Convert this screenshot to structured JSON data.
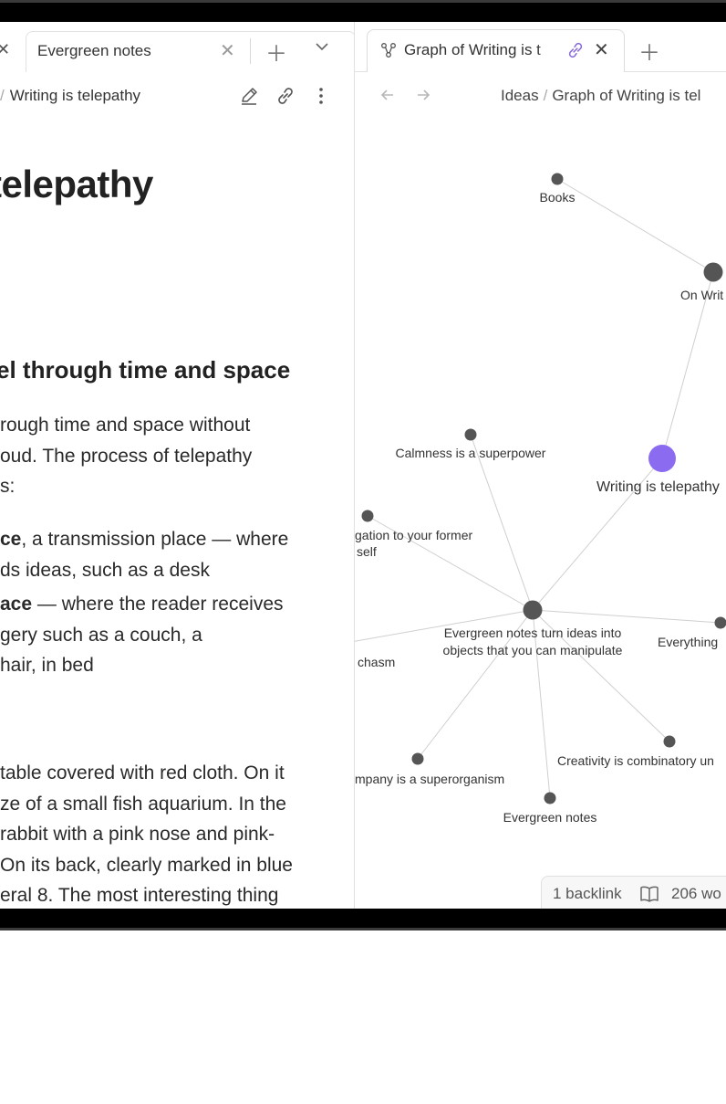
{
  "left_pane": {
    "tab": {
      "label": "Evergreen notes"
    },
    "breadcrumb": {
      "separator": "/",
      "current": "Writing is telepathy"
    },
    "note": {
      "title_visible": "telepathy",
      "heading_visible": "el through time and space",
      "paragraph1_lines": [
        "rough time and space without",
        "oud. The process of telepathy",
        "s:"
      ],
      "list_lines": [
        {
          "bold": "ce",
          "text": ", a transmission place — where"
        },
        {
          "bold": "",
          "text": "ds ideas, such as a desk"
        },
        {
          "bold": "ace",
          "text": " — where the reader receives"
        },
        {
          "bold": "",
          "text": "gery such as a couch, a"
        },
        {
          "bold": "",
          "text": "hair, in bed"
        }
      ],
      "paragraph2_lines": [
        "table covered with red cloth. On it",
        "ze of a small fish aquarium. In the",
        " rabbit with a pink nose and pink-",
        "On its back, clearly marked in blue",
        "eral 8. The most interesting thing"
      ]
    }
  },
  "right_pane": {
    "tab": {
      "label": "Graph of Writing is t"
    },
    "breadcrumb": {
      "parent": "Ideas",
      "separator": "/",
      "current": "Graph of Writing is tel"
    },
    "graph": {
      "nodes": {
        "books": "Books",
        "on_writing": "On Writ",
        "calmness": "Calmness is a superpower",
        "writing_telepathy": "Writing is telepathy",
        "obligation_l1": "gation to your former",
        "obligation_l2": "self",
        "evergreen_turn_l1": "Evergreen notes turn ideas into",
        "evergreen_turn_l2": "objects that you can manipulate",
        "everything": "Everything",
        "chasm": "chasm",
        "creativity": "Creativity is combinatory un",
        "company": "mpany is a superorganism",
        "evergreen_notes": "Evergreen notes"
      }
    },
    "status": {
      "backlinks": "1 backlink",
      "words": "206 wo"
    }
  },
  "icons": {
    "edit": "pencil-icon",
    "link": "link-icon",
    "more": "more-vertical-icon",
    "graph": "graph-icon",
    "close": "close-icon",
    "plus": "plus-icon",
    "chevron": "chevron-down-icon",
    "back": "arrow-left-icon",
    "forward": "arrow-right-icon",
    "reading": "book-open-icon"
  },
  "colors": {
    "active_node": "#8b6cf0",
    "node": "#555555",
    "edge": "#cfcfcf",
    "link_accent": "#8a6cd8"
  }
}
